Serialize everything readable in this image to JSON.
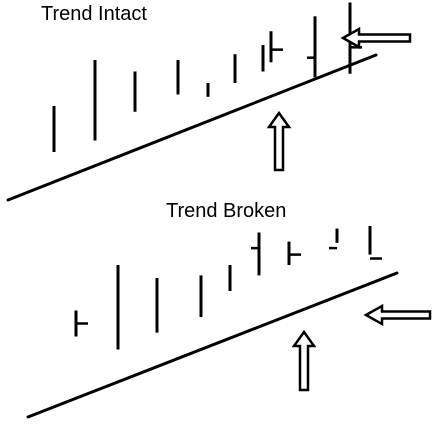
{
  "panels": [
    {
      "title": "Trend Intact",
      "bars": [
        {
          "low": 60,
          "high": 20
        },
        {
          "low": 30,
          "high": 100
        },
        {
          "low": 55,
          "high": 90
        },
        {
          "low": 70,
          "high": 100
        },
        {
          "low": 80,
          "high": 68
        },
        {
          "low": 105,
          "high": 80
        },
        {
          "low": 113,
          "high": 90
        },
        {
          "low": 125,
          "high": 98,
          "close": 109
        },
        {
          "low": 138,
          "high": 85,
          "open": 102
        },
        {
          "low": 150,
          "high": 88,
          "close": 111
        }
      ],
      "trendline": true,
      "up_arrow_at": 8,
      "left_arrow_at": 9
    },
    {
      "title": "Trend Broken",
      "bars": [
        {
          "low": 45,
          "high": 65,
          "close": 55
        },
        {
          "low": 35,
          "high": 100
        },
        {
          "low": 48,
          "high": 90
        },
        {
          "low": 60,
          "high": 92
        },
        {
          "low": 80,
          "high": 100
        },
        {
          "low": 92,
          "high": 125,
          "open": 113
        },
        {
          "low": 118,
          "high": 100,
          "close": 108
        },
        {
          "low": 117,
          "high": 128,
          "open": 113
        },
        {
          "low": 130,
          "high": 108,
          "close": 105
        }
      ],
      "trendline": true,
      "up_arrow_at": 6,
      "left_arrow_at": 8
    }
  ],
  "colors": {
    "ink": "#000000",
    "arrow_fill": "#ffffff",
    "background": "#ffffff"
  }
}
